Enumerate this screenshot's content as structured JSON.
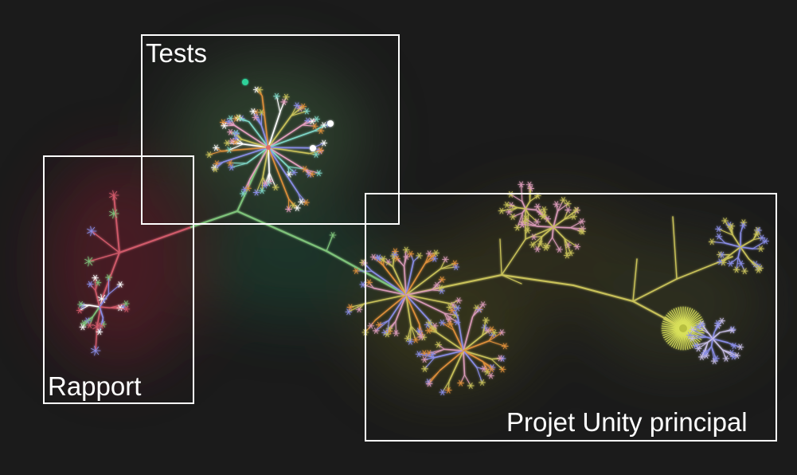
{
  "regions": {
    "tests": {
      "label": "Tests"
    },
    "rapport": {
      "label": "Rapport"
    },
    "unity": {
      "label": "Projet Unity principal"
    }
  },
  "colors": {
    "background": "#1b1b1b",
    "box_border": "#ffffff",
    "label_text": "#ffffff",
    "trunk_green": "#7ec27a",
    "rapport_red": "#d05a6a",
    "branch_yellow": "#c9c25a",
    "leaf_blue": "#8a8ee8",
    "leaf_pink": "#d99ab8",
    "leaf_orange": "#e0903a",
    "node_white": "#ffffff"
  }
}
